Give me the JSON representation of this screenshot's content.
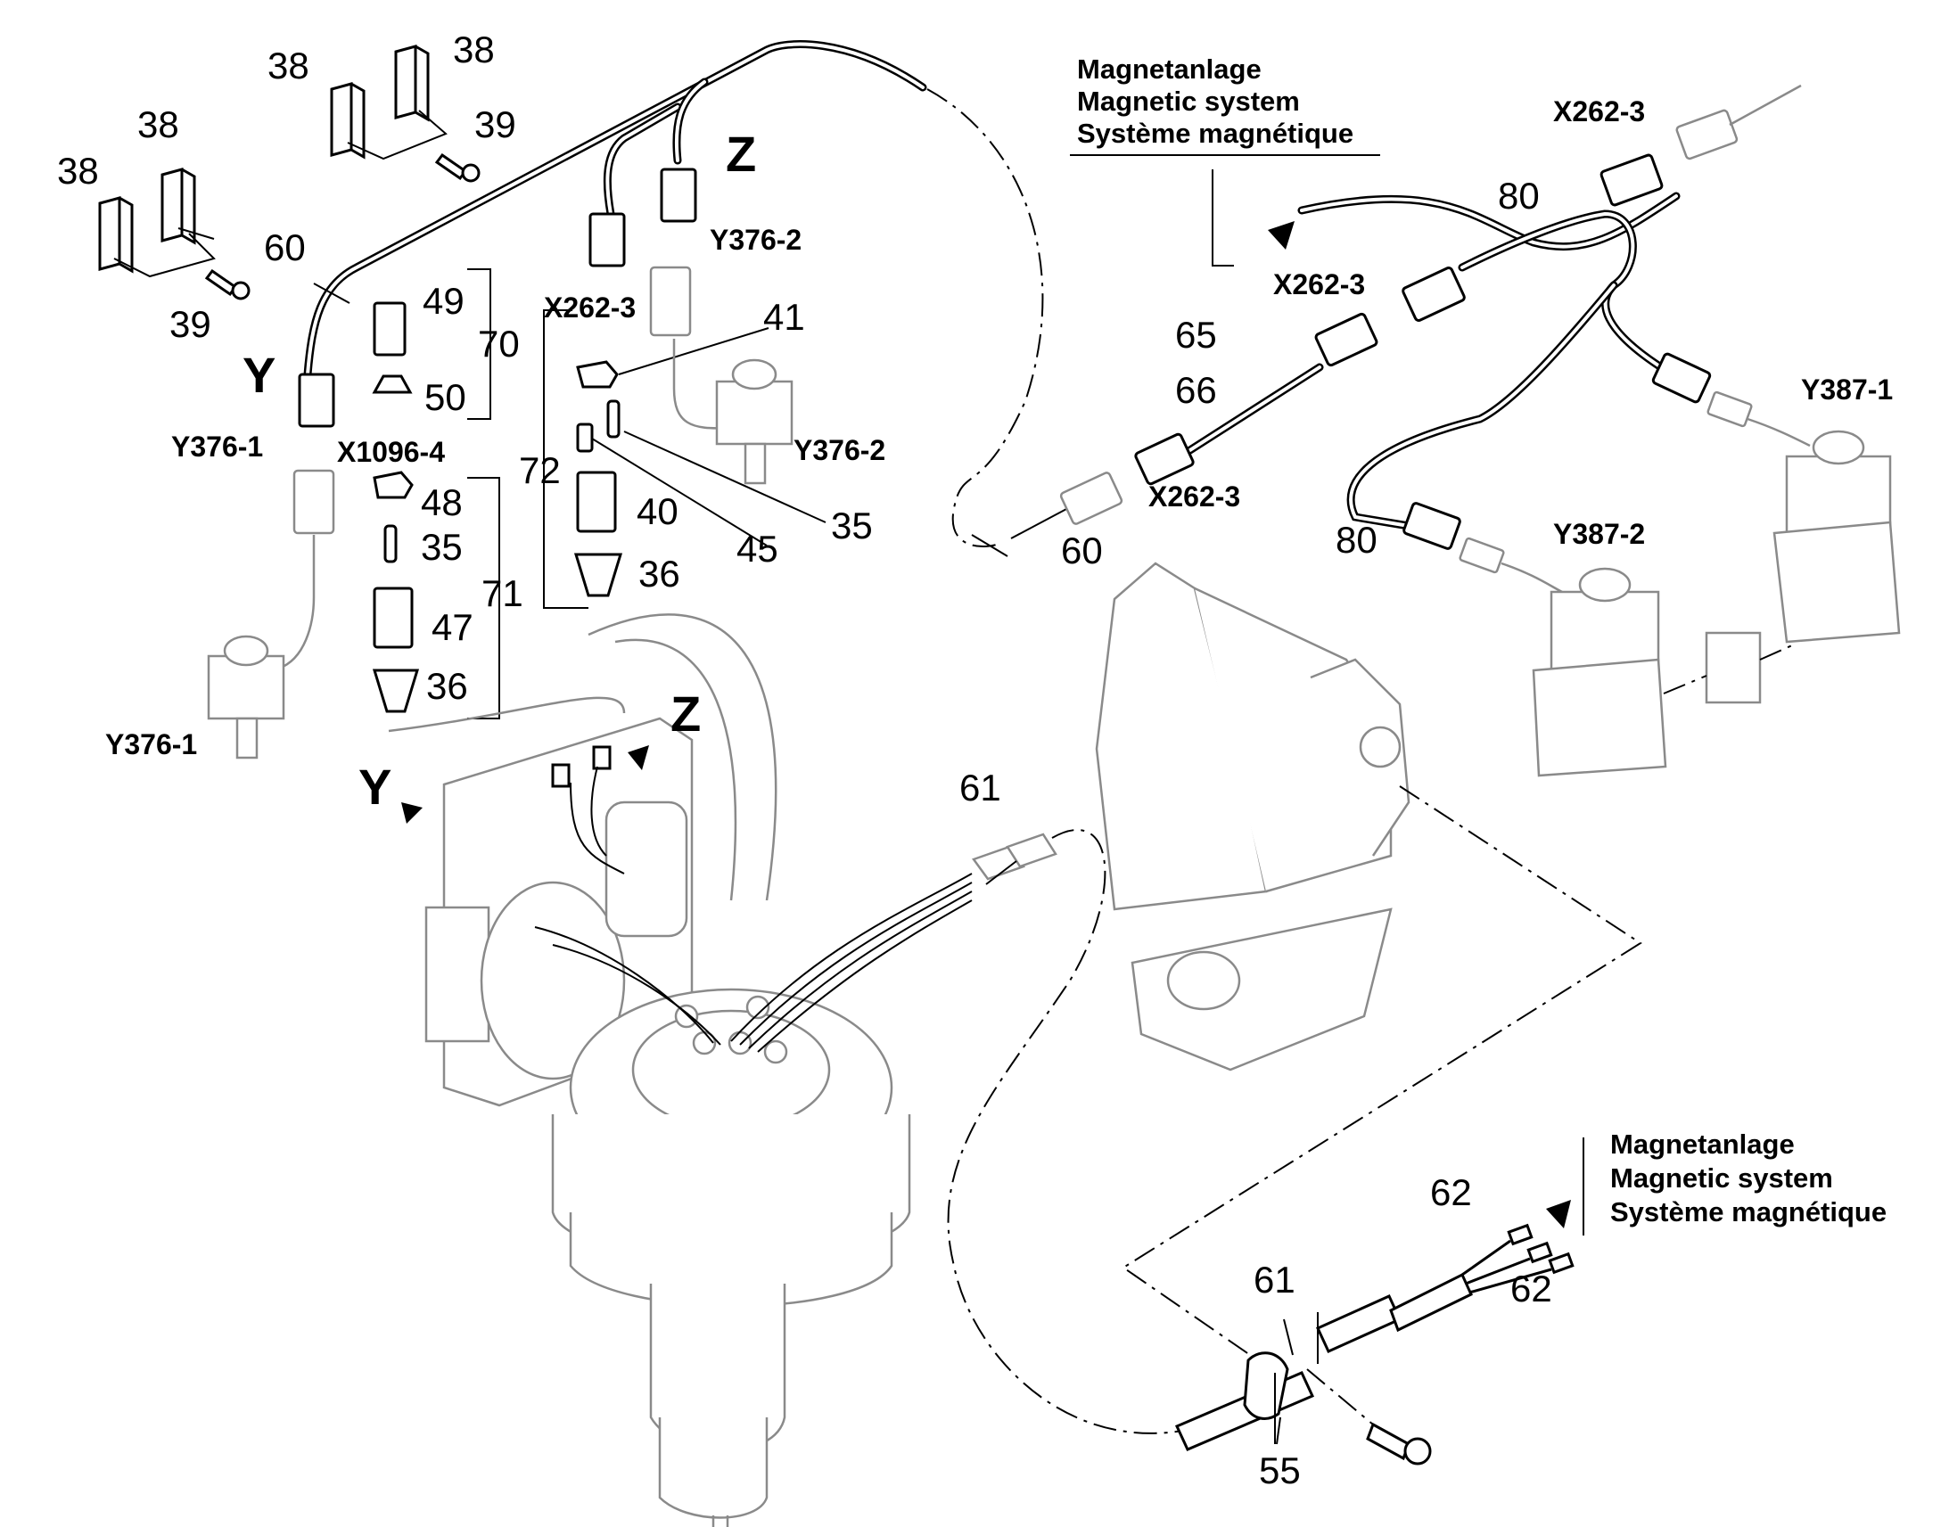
{
  "notes": {
    "top_right": [
      "Magnetanlage",
      "Magnetic system",
      "Système magnétique"
    ],
    "bottom_right": [
      "Magnetanlage",
      "Magnetic system",
      "Système magnétique"
    ]
  },
  "views": {
    "y": "Y",
    "z": "Z"
  },
  "codes": {
    "y376_2_a": "Y376-2",
    "x262_3_a": "X262-3",
    "y376_1_a": "Y376-1",
    "x1096_4": "X1096-4",
    "y376_2_b": "Y376-2",
    "y376_1_b": "Y376-1",
    "x262_3_b": "X262-3",
    "x262_3_c": "X262-3",
    "x262_3_d": "X262-3",
    "y387_1": "Y387-1",
    "y387_2": "Y387-2"
  },
  "callouts": {
    "c38a": "38",
    "c38b": "38",
    "c38c": "38",
    "c38d": "38",
    "c39a": "39",
    "c39b": "39",
    "c60a": "60",
    "c60b": "60",
    "c49": "49",
    "c50": "50",
    "c70": "70",
    "c41": "41",
    "c72": "72",
    "c35a": "35",
    "c35b": "35",
    "c45": "45",
    "c40": "40",
    "c36a": "36",
    "c36b": "36",
    "c48": "48",
    "c71": "71",
    "c47": "47",
    "c61a": "61",
    "c61b": "61",
    "c80a": "80",
    "c80b": "80",
    "c65": "65",
    "c66": "66",
    "c62a": "62",
    "c62b": "62",
    "c55": "55"
  }
}
